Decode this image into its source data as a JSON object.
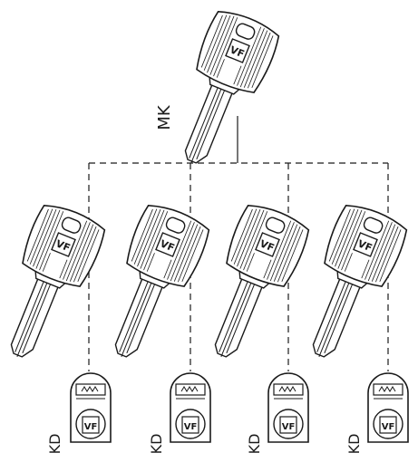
{
  "diagram": {
    "master_key": {
      "label": "MK",
      "logo": "VF"
    },
    "keyed_labels": [
      "KD",
      "KD",
      "KD",
      "KD"
    ],
    "key_logo": "VF",
    "cylinder_logo": "VF",
    "colors": {
      "line": "#1a1a1a",
      "fill": "#ffffff"
    }
  }
}
